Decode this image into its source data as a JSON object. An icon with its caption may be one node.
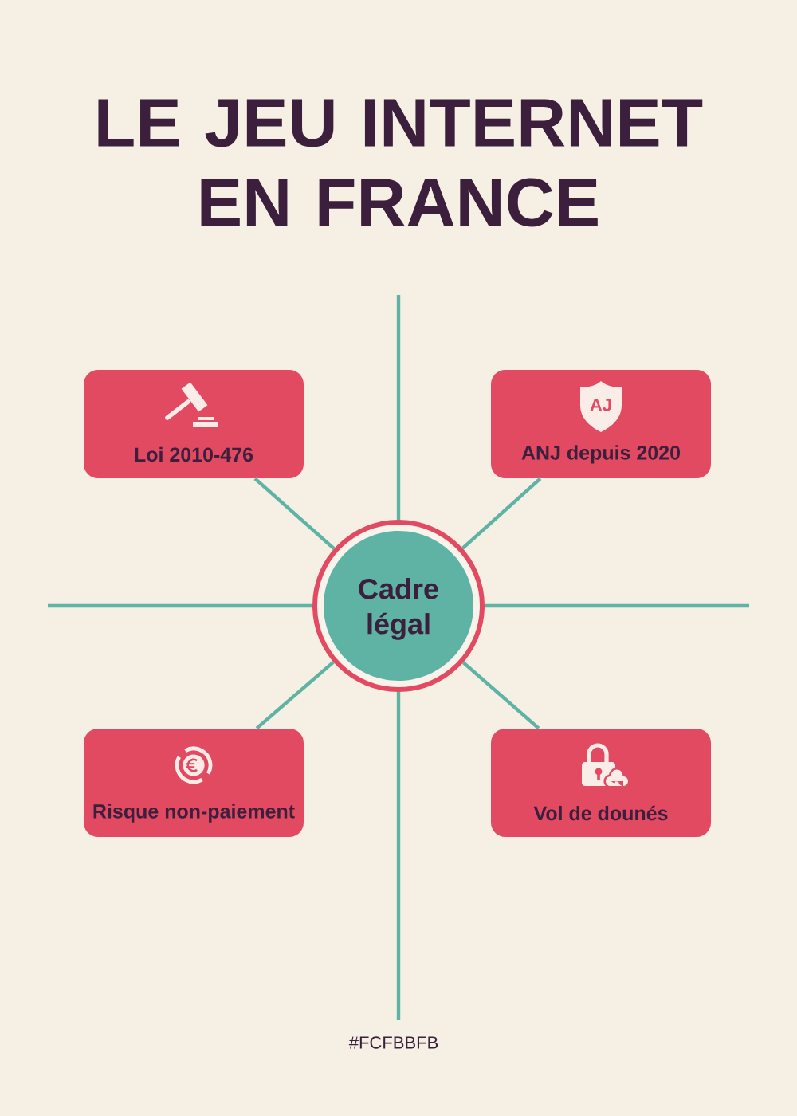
{
  "diagram": {
    "title": "LE JEU INTERNET EN FRANCE",
    "nodes": [
      {
        "text": [
          "Loi 2010-476"
        ]
      },
      {
        "text": [
          "AJ",
          "ANJ depuis 2020"
        ]
      },
      {
        "text": [
          "Cadre légal"
        ]
      },
      {
        "text": [
          "Risque non-paiement"
        ]
      },
      {
        "text": [
          "Vol de dounés"
        ]
      }
    ],
    "edges": [
      {
        "from": 2,
        "to": 0,
        "arrow": "none"
      },
      {
        "from": 2,
        "to": 1,
        "arrow": "none"
      },
      {
        "from": 2,
        "to": 3,
        "arrow": "none"
      },
      {
        "from": 2,
        "to": 4,
        "arrow": "none"
      },
      {
        "from": 2,
        "to": null,
        "arrow": "none"
      },
      {
        "from": 2,
        "to": null,
        "arrow": "none"
      },
      {
        "from": 2,
        "to": null,
        "arrow": "none"
      },
      {
        "from": 2,
        "to": null,
        "arrow": "none"
      }
    ],
    "labels": [
      "#FCFBBFB"
    ]
  }
}
